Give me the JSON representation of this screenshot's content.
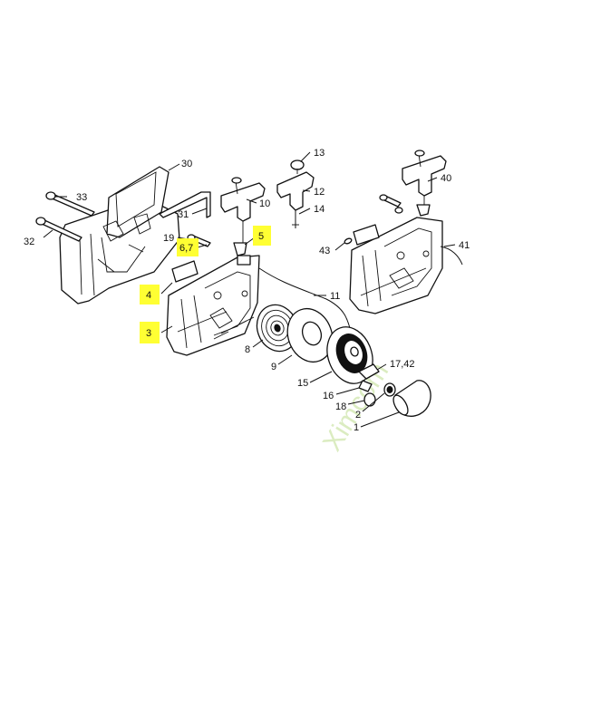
{
  "watermark": "Ximcom",
  "highlight_color": "#ffff33",
  "labels": {
    "l1": "1",
    "l2": "2",
    "l3": "3",
    "l4": "4",
    "l5": "5",
    "l67": "6,7",
    "l8": "8",
    "l9": "9",
    "l10": "10",
    "l11": "11",
    "l12": "12",
    "l13": "13",
    "l14": "14",
    "l15": "15",
    "l16": "16",
    "l1742": "17,42",
    "l18": "18",
    "l19": "19",
    "l30": "30",
    "l31": "31",
    "l32": "32",
    "l33": "33",
    "l40": "40",
    "l41": "41",
    "l43": "43"
  },
  "highlighted_labels": [
    "3",
    "4",
    "5",
    "6,7"
  ]
}
